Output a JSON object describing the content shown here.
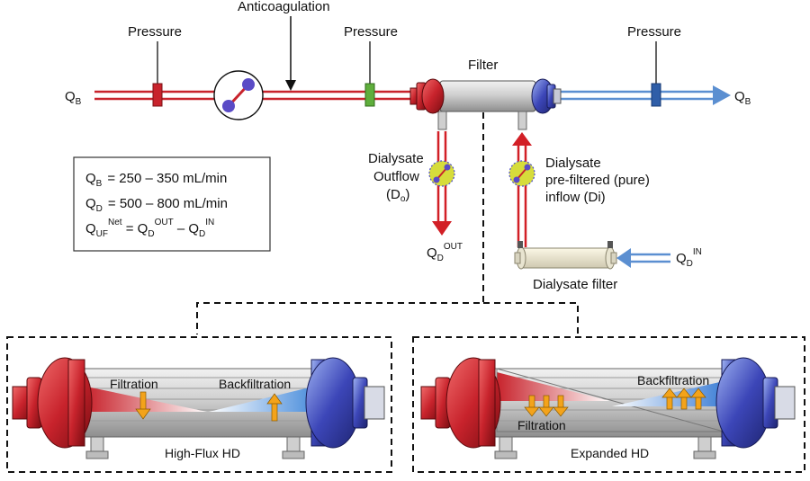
{
  "labels": {
    "anticoagulation": "Anticoagulation",
    "pressure_1": "Pressure",
    "pressure_2": "Pressure",
    "pressure_3": "Pressure",
    "filter": "Filter",
    "q_main": "Q",
    "q_b_sub": "B",
    "dialysate_outflow_line1": "Dialysate",
    "dialysate_outflow_line2": "Outflow",
    "dialysate_outflow_line3_main": "(D",
    "dialysate_outflow_line3_sub": "o",
    "dialysate_outflow_line3_end": ")",
    "dialysate_inflow_line1": "Dialysate",
    "dialysate_inflow_line2": "pre-filtered (pure)",
    "dialysate_inflow_line3": "inflow (Di)",
    "qd_out_sub": "D",
    "qd_out_sup": "OUT",
    "qd_in_sub": "D",
    "qd_in_sup": "IN",
    "dialysate_filter": "Dialysate filter"
  },
  "formulas": {
    "qb_value": "= 250 – 350 mL/min",
    "qd_value": "= 500 – 800 mL/min",
    "uf_sub": "UF",
    "uf_sup": "Net",
    "uf_eq": " = Q",
    "uf_d": "D",
    "uf_out": "OUT",
    "uf_minus": " – Q",
    "uf_in": "IN"
  },
  "panels": {
    "left": {
      "title": "High-Flux HD",
      "filtration": "Filtration",
      "backfiltration": "Backfiltration"
    },
    "right": {
      "title": "Expanded HD",
      "filtration": "Filtration",
      "backfiltration": "Backfiltration"
    }
  },
  "colors": {
    "blood_red": "#c8232c",
    "blood_blue": "#5b8fd1",
    "dialysate_red": "#d21f26",
    "pump_purple": "#5a4bc6",
    "valve_yellow": "#d6dc3b",
    "arrow_orange": "#f3a31b",
    "pressure_red": "#c8232c",
    "pressure_green": "#5fae3c",
    "pressure_blue": "#2f5ea8"
  }
}
